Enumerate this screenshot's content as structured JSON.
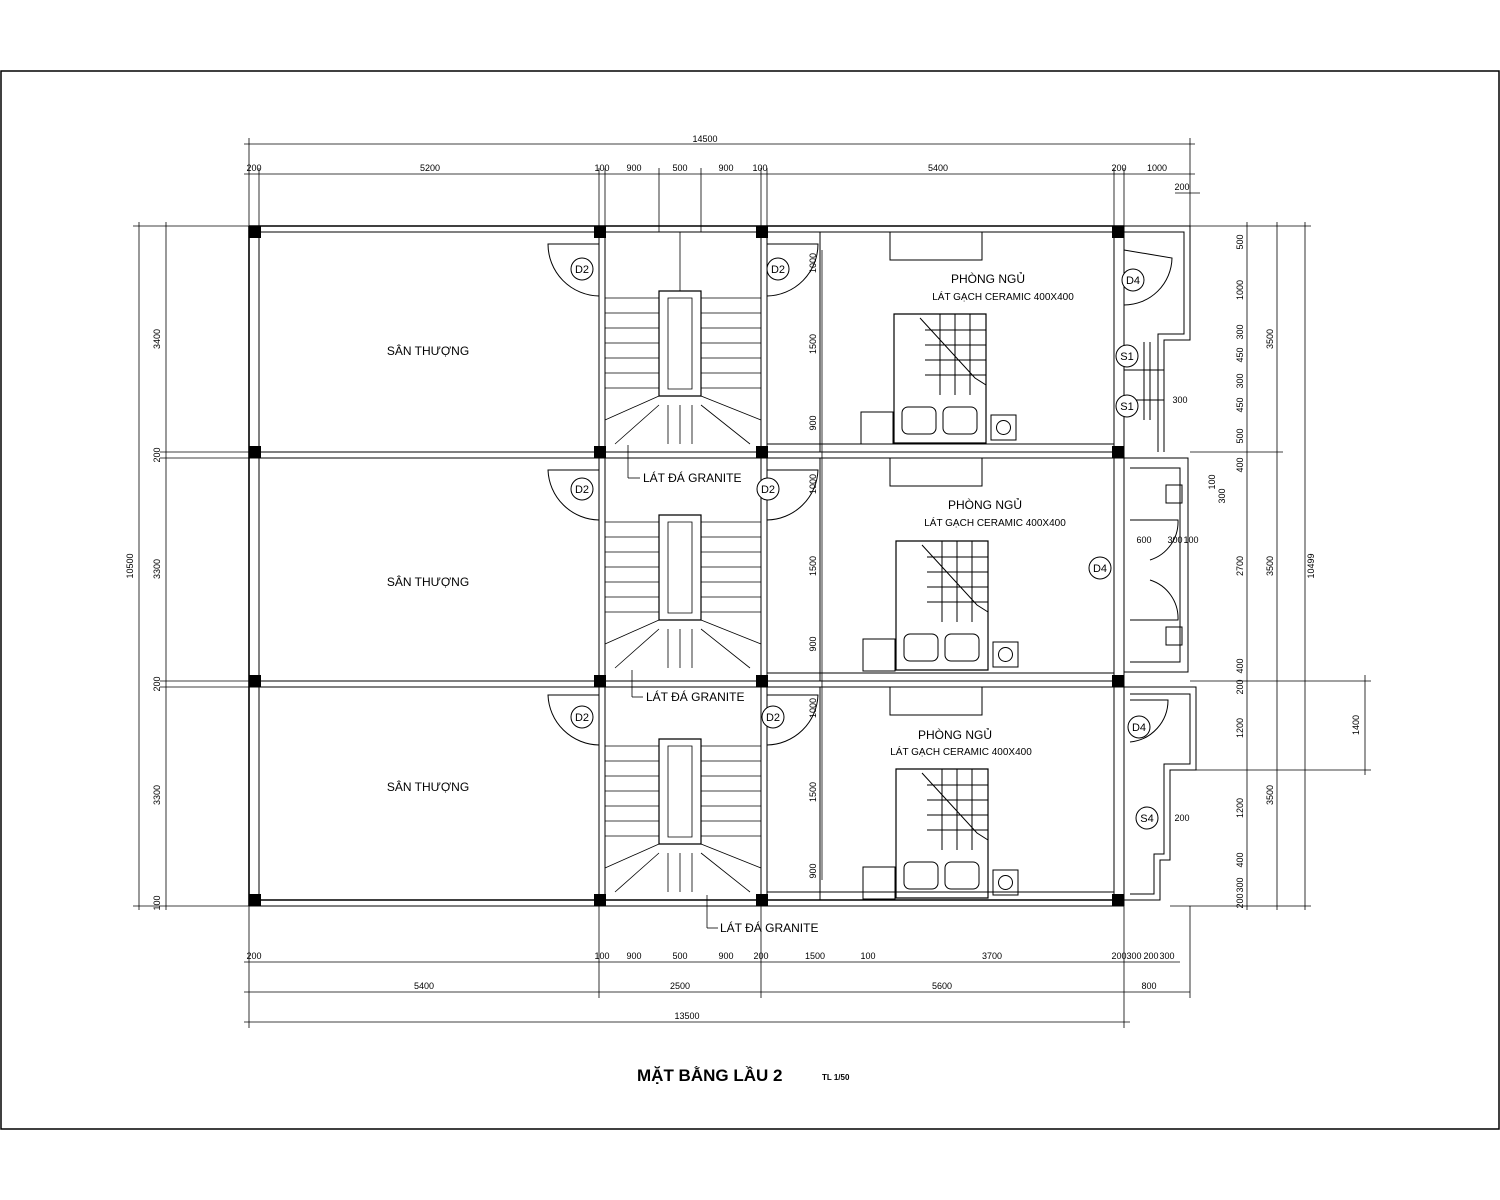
{
  "drawing": {
    "title": "MẶT BẰNG LẦU 2",
    "scale": "TL 1/50",
    "rooms": {
      "terrace": "SÂN THƯỢNG",
      "bedroom": "PHÒNG NGỦ",
      "bedroom_floor": "LÁT GẠCH CERAMIC 400X400",
      "stair_floor": "LÁT ĐÁ GRANITE"
    },
    "tags": {
      "d2": "D2",
      "d4": "D4",
      "s1": "S1",
      "s4": "S4"
    },
    "dims": {
      "top_total": "14500",
      "top": [
        "200",
        "5200",
        "100",
        "900",
        "500",
        "900",
        "100",
        "5400",
        "200",
        "1000"
      ],
      "top_small": "200",
      "bottom": [
        "200",
        "100",
        "900",
        "500",
        "900",
        "200",
        "1500",
        "100",
        "3700",
        "200",
        "300",
        "200",
        "300"
      ],
      "bottom_mid": [
        "5400",
        "2500",
        "5600",
        "800"
      ],
      "bottom_total": "13500",
      "left_total": "10500",
      "left": [
        "3400",
        "200",
        "3300",
        "200",
        "3300",
        "100"
      ],
      "mid_v": [
        "1000",
        "1500",
        "900"
      ],
      "right1": [
        "500",
        "1000",
        "300",
        "450",
        "300",
        "450",
        "500",
        "400",
        "100",
        "300",
        "2700",
        "400",
        "200",
        "1200",
        "1200",
        "400",
        "300",
        "200"
      ],
      "right1_h": [
        "300",
        "600",
        "300",
        "100",
        "200"
      ],
      "right2": [
        "3500",
        "3500",
        "3500"
      ],
      "right3": "10499",
      "right_ext": "1400"
    }
  }
}
